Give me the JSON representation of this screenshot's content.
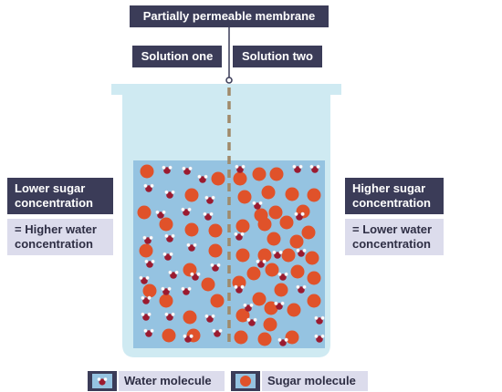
{
  "labels": {
    "membrane": "Partially permeable membrane",
    "solution_one": "Solution one",
    "solution_two": "Solution two",
    "left_top_line1": "Lower sugar",
    "left_top_line2": "concentration",
    "left_bottom_line1": "= Higher water",
    "left_bottom_line2": "concentration",
    "right_top_line1": "Higher sugar",
    "right_top_line2": "concentration",
    "right_bottom_line1": "= Lower water",
    "right_bottom_line2": "concentration"
  },
  "legend": {
    "water": "Water molecule",
    "sugar": "Sugar molecule"
  },
  "colors": {
    "beaker_glass": "#cfeaf2",
    "solution": "#95c3e1",
    "membrane": "#a08a6a",
    "sugar": "#e0522a",
    "water_body": "#9b1b30",
    "water_atom": "#ffffff",
    "label_dark": "#3b3c58",
    "label_light": "#dcdcec"
  }
}
